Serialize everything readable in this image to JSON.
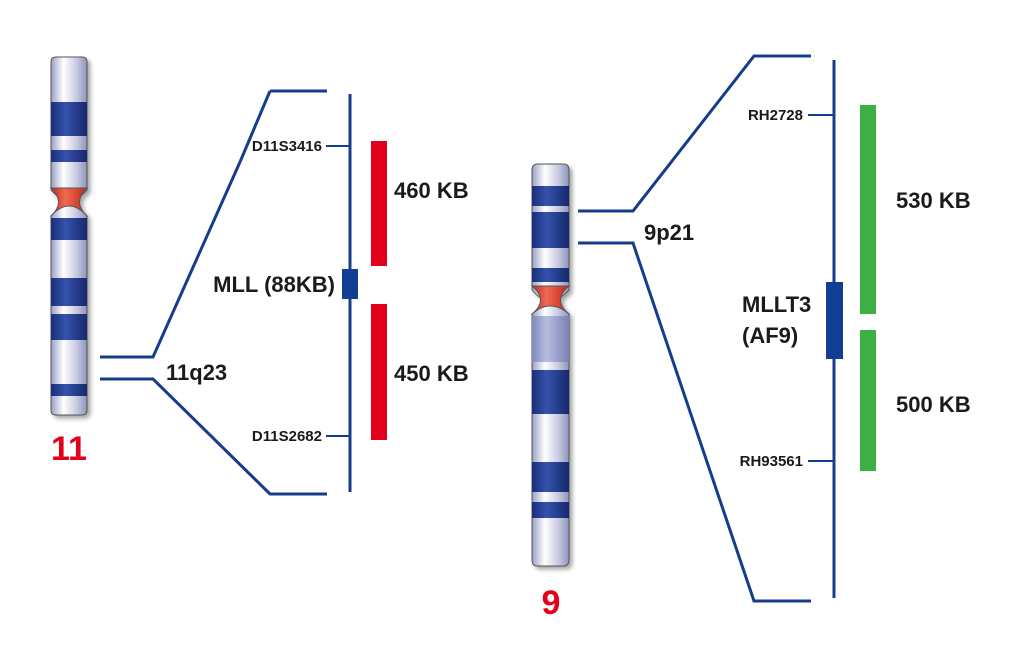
{
  "chromosome_11": {
    "number": "11",
    "band": "11q23",
    "marker_top": "D11S3416",
    "marker_bottom": "D11S2682",
    "gene": "MLL (88KB)",
    "segment_top": "460 KB",
    "segment_bottom": "450 KB",
    "probe_color": "#e3001b"
  },
  "chromosome_9": {
    "number": "9",
    "band": "9p21",
    "marker_top": "RH2728",
    "marker_bottom": "RH93561",
    "gene_line1": "MLLT3",
    "gene_line2": "(AF9)",
    "segment_top": "530 KB",
    "segment_bottom": "500 KB",
    "probe_color": "#3cb043"
  },
  "colors": {
    "band_blue": "#1e3f8f",
    "centromere_red": "#e03a2a",
    "line_blue": "#163c8c",
    "gene_blue": "#123d92"
  }
}
